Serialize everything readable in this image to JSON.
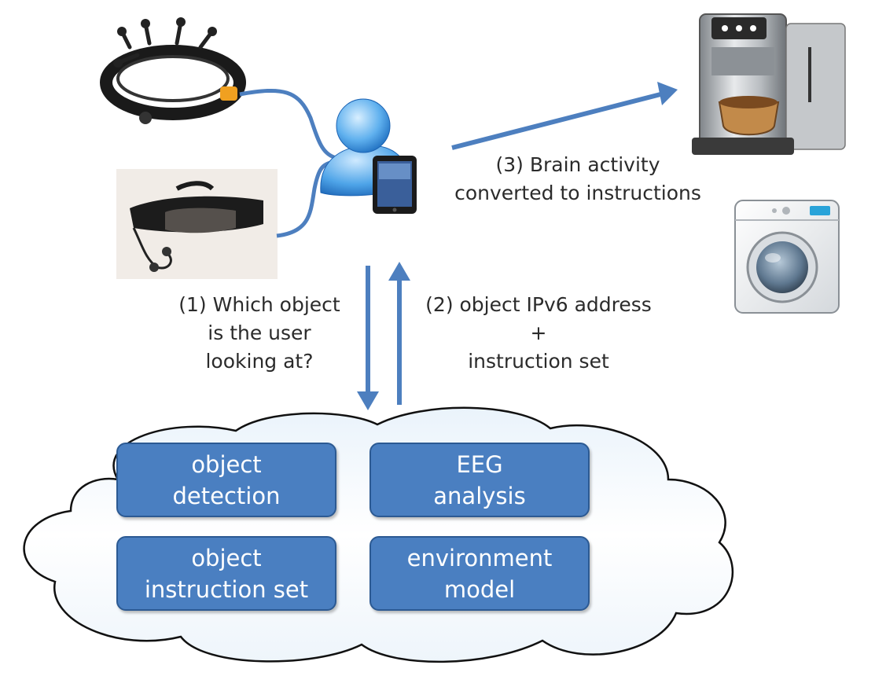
{
  "labels": {
    "step1": [
      "(1) Which object",
      "is the user",
      "looking at?"
    ],
    "step2": [
      "(2) object IPv6 address",
      "+",
      "instruction set"
    ],
    "step3": [
      "(3) Brain activity",
      "converted to instructions"
    ]
  },
  "cloud_modules": [
    {
      "lines": [
        "object",
        "detection"
      ]
    },
    {
      "lines": [
        "EEG",
        "analysis"
      ]
    },
    {
      "lines": [
        "object",
        "instruction set"
      ]
    },
    {
      "lines": [
        "environment",
        "model"
      ]
    }
  ],
  "colors": {
    "arrow": "#4d7fbf",
    "box_fill": "#4a7fc1",
    "box_border": "#2c5a93",
    "text": "#2b2b2b"
  },
  "icons": [
    "eeg-headset-icon",
    "eye-tracking-glasses-icon",
    "user-icon",
    "tablet-icon",
    "coffee-machine-icon",
    "washing-machine-icon",
    "cloud-icon"
  ]
}
